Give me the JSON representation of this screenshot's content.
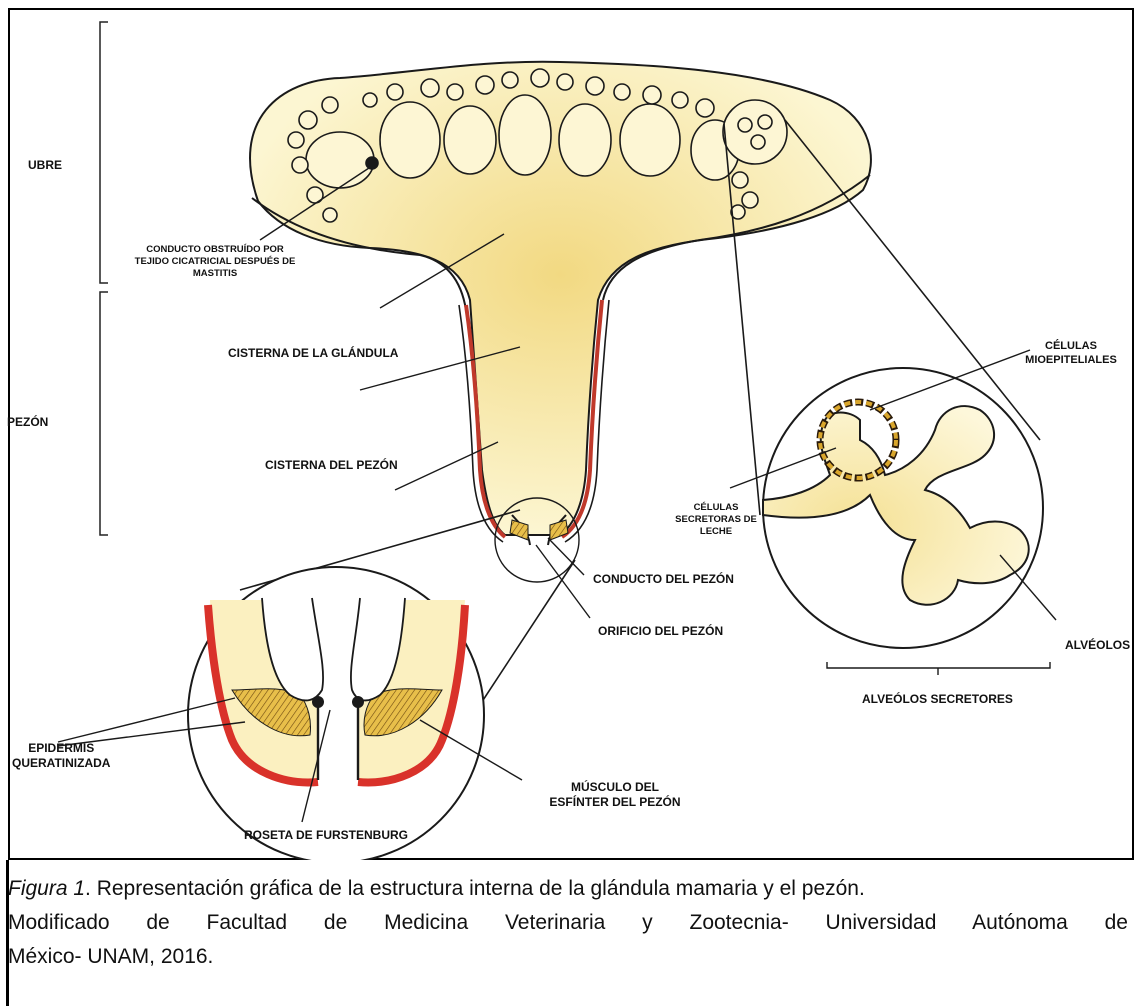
{
  "diagram": {
    "labels": {
      "ubre": "UBRE",
      "pezon": "PEZÓN",
      "conducto_obstruido_1": "CONDUCTO OBSTRUÍDO POR",
      "conducto_obstruido_2": "TEJIDO CICATRICIAL DESPUÉS DE",
      "conducto_obstruido_3": "MASTITIS",
      "cisterna_glandula": "CISTERNA DE LA GLÁNDULA",
      "cisterna_pezon": "CISTERNA DEL PEZÓN",
      "celulas_secretoras_1": "CÉLULAS",
      "celulas_secretoras_2": "SECRETORAS DE",
      "celulas_secretoras_3": "LECHE",
      "celulas_mio_1": "CÉLULAS",
      "celulas_mio_2": "MIOEPITELIALES",
      "conducto_pezon": "CONDUCTO DEL PEZÓN",
      "orificio_pezon": "ORIFICIO DEL PEZÓN",
      "alveolos": "ALVÉOLOS",
      "alveolos_secretores": "ALVEÓLOS SECRETORES",
      "epidermis_1": "EPIDERMIS",
      "epidermis_2": "QUERATINIZADA",
      "musculo_1": "MÚSCULO DEL",
      "musculo_2": "ESFÍNTER DEL PEZÓN",
      "roseta": "ROSETA DE FURSTENBURG"
    },
    "colors": {
      "tissue": "#fbf3c8",
      "tissue_center": "#f4dd87",
      "epidermis": "#d9322a",
      "muscle": "#d9a62c",
      "outline": "#1a1a1a"
    }
  },
  "caption": {
    "lead": "Figura 1",
    "line1_rest": ". Representación gráfica de la estructura interna de la glándula mamaria y el pezón.",
    "line2": "Modificado de Facultad de Medicina Veterinaria y Zootecnia- Universidad Autónoma de",
    "line3": "México- UNAM, 2016."
  }
}
